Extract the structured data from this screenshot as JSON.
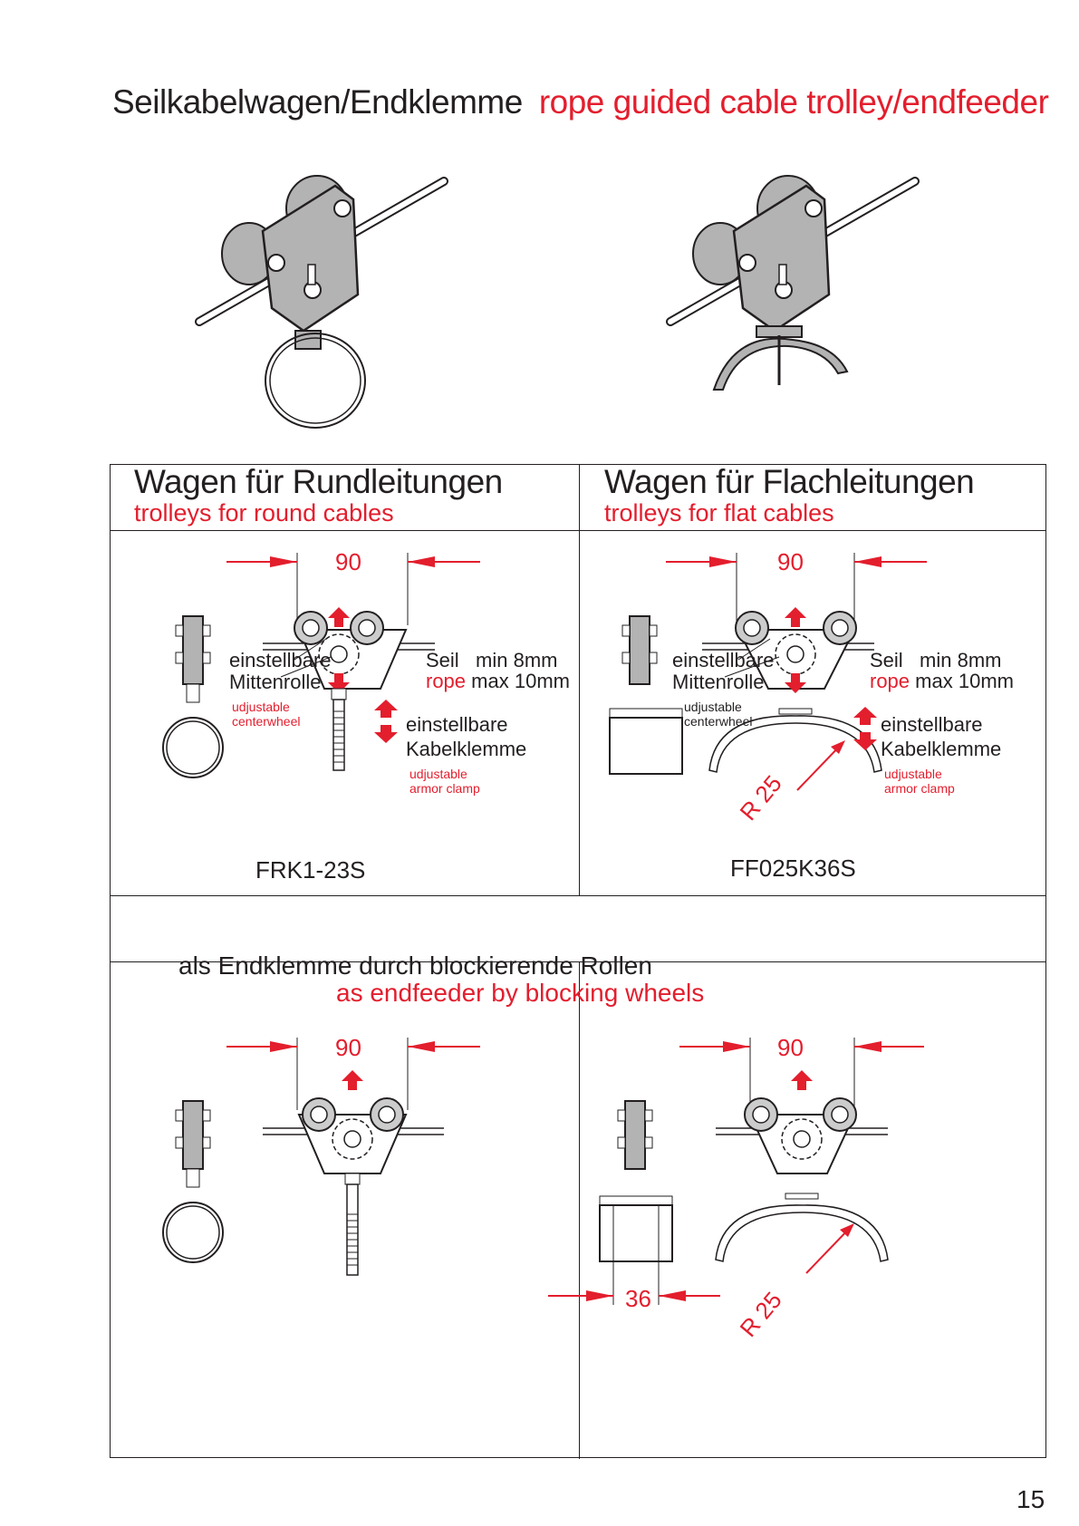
{
  "title": {
    "de": "Seilkabelwagen/Endklemme",
    "en": "rope guided cable trolley/endfeeder"
  },
  "sections": {
    "round": {
      "de": "Wagen für Rundleitungen",
      "en": "trolleys for round cables",
      "model": "FRK1-23S"
    },
    "flat": {
      "de": "Wagen für Flachleitungen",
      "en": "trolleys for flat cables",
      "model": "FF025K36S"
    },
    "endfeeder": {
      "de": "als Endklemme durch blockierende Rollen",
      "en": "as endfeeder by blocking wheels"
    }
  },
  "labels": {
    "centerwheel_de_1": "einstellbare",
    "centerwheel_de_2": "Mittenrolle",
    "centerwheel_en_1": "udjustable",
    "centerwheel_en_2": "centerwheel",
    "rope_de": "Seil",
    "rope_en": "rope",
    "rope_min": "min 8mm",
    "rope_max": "max 10mm",
    "clamp_de_1": "einstellbare",
    "clamp_de_2": "Kabelklemme",
    "clamp_en_1": "udjustable",
    "clamp_en_2": "armor clamp"
  },
  "dimensions": {
    "width": "90",
    "radius": "R 25",
    "block_width": "36"
  },
  "page_number": "15",
  "colors": {
    "accent": "#e31e2d",
    "line": "#231f20",
    "metal": "#b3b3b3"
  }
}
